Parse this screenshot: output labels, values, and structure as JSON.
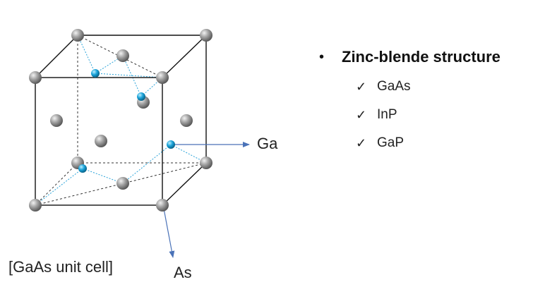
{
  "colors": {
    "atom_gray": "#8c8c8c",
    "atom_blue": "#1aa3d9",
    "cube_edge": "#111111",
    "bond": "#2aa3d9",
    "arrow": "#4a72b8"
  },
  "diagram": {
    "label_ga": "Ga",
    "label_as": "As",
    "caption": "[GaAs unit cell]"
  },
  "legend": {
    "bullet_icon": "•",
    "check_icon": "✓",
    "heading": "Zinc-blende structure",
    "items": [
      "GaAs",
      "InP",
      "GaP"
    ]
  }
}
